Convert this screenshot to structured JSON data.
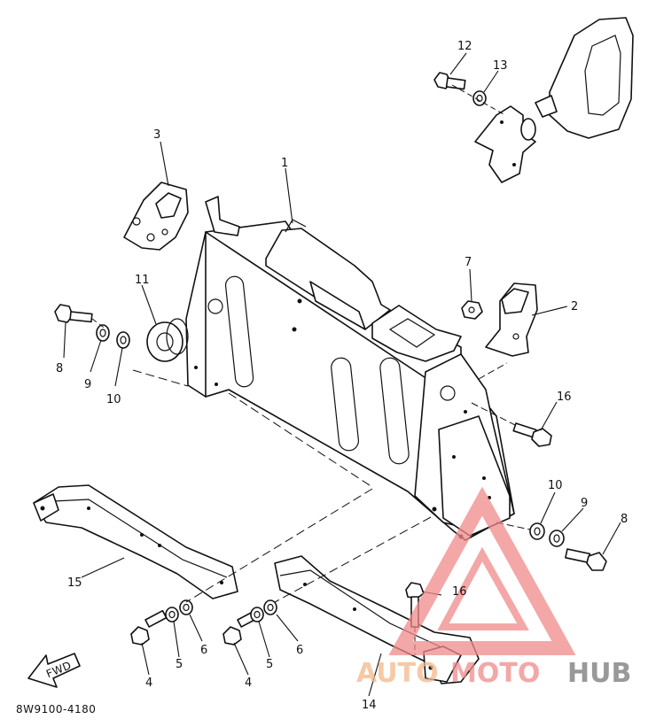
{
  "diagram": {
    "code": "8W9100-4180",
    "fwd_label": "FWD",
    "callouts": [
      {
        "id": "c1",
        "text": "1"
      },
      {
        "id": "c2",
        "text": "2"
      },
      {
        "id": "c3",
        "text": "3"
      },
      {
        "id": "c4a",
        "text": "4"
      },
      {
        "id": "c4b",
        "text": "4"
      },
      {
        "id": "c5a",
        "text": "5"
      },
      {
        "id": "c5b",
        "text": "5"
      },
      {
        "id": "c6a",
        "text": "6"
      },
      {
        "id": "c6b",
        "text": "6"
      },
      {
        "id": "c7",
        "text": "7"
      },
      {
        "id": "c8a",
        "text": "8"
      },
      {
        "id": "c8b",
        "text": "8"
      },
      {
        "id": "c9a",
        "text": "9"
      },
      {
        "id": "c9b",
        "text": "9"
      },
      {
        "id": "c10a",
        "text": "10"
      },
      {
        "id": "c10b",
        "text": "10"
      },
      {
        "id": "c11",
        "text": "11"
      },
      {
        "id": "c12",
        "text": "12"
      },
      {
        "id": "c13",
        "text": "13"
      },
      {
        "id": "c14",
        "text": "14"
      },
      {
        "id": "c15",
        "text": "15"
      },
      {
        "id": "c16a",
        "text": "16"
      },
      {
        "id": "c16b",
        "text": "16"
      }
    ]
  },
  "watermark": {
    "part1": "AUTO",
    "part2": "MOTO",
    "part3": "HUB",
    "color_light": "#f4b88a",
    "color_red": "#f08a8a",
    "color_dark": "#777777"
  }
}
